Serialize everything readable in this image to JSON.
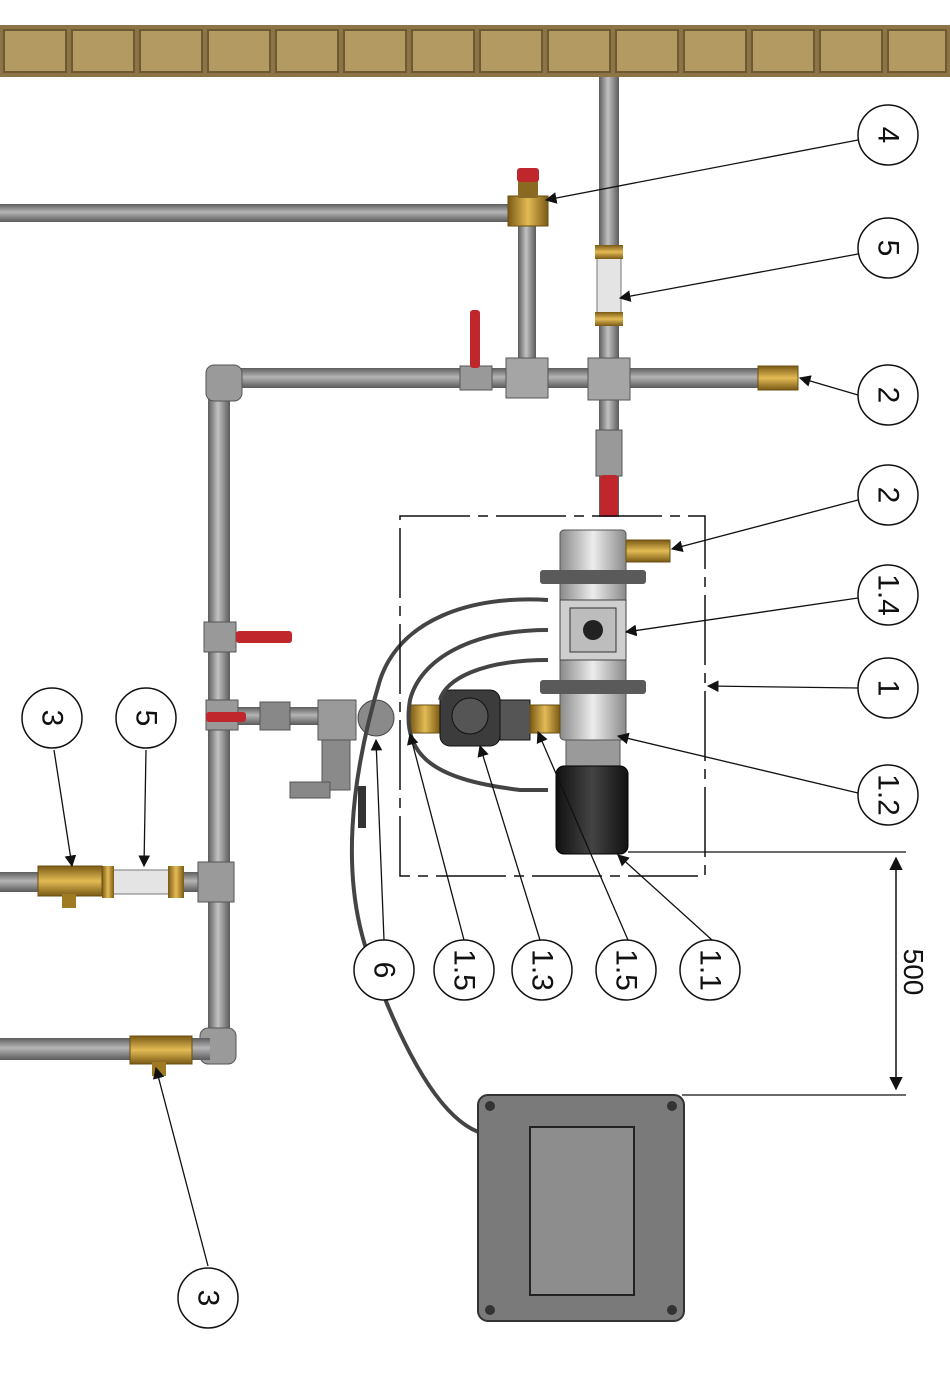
{
  "callouts": {
    "c4": "4",
    "c5_top": "5",
    "c2_top": "2",
    "c2_mid": "2",
    "c1_4": "1.4",
    "c1": "1",
    "c1_2": "1.2",
    "c3_left": "3",
    "c5_left": "5",
    "c6": "6",
    "c1_5_a": "1.5",
    "c1_3": "1.3",
    "c1_5_b": "1.5",
    "c1_1": "1.1",
    "c3_bottom": "3"
  },
  "dimension": {
    "value": "500"
  },
  "colors": {
    "pipe": "#8f8f8f",
    "brass": "#c9a032",
    "valve_handle": "#c0272d",
    "wall": "#a08a5a",
    "control_box": "#7a7a7a"
  }
}
